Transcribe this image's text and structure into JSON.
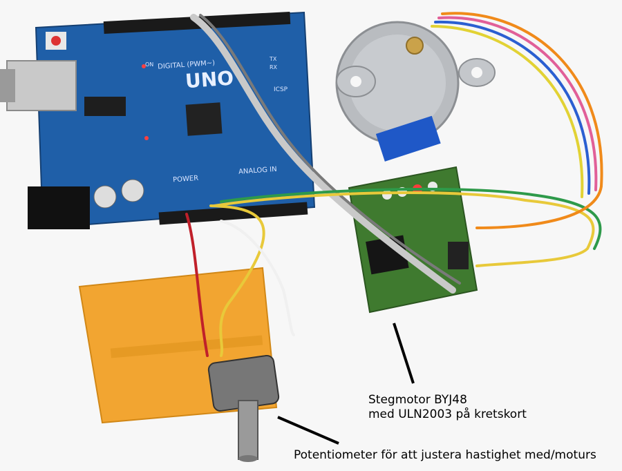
{
  "labels": {
    "motor_line1": "Stegmotor BYJ48",
    "motor_line2": "med ULN2003 på kretskort",
    "potentiometer": "Potentiometer för att justera hastighet med/moturs"
  },
  "board_silkscreen": {
    "uno": "UNO",
    "digital": "DIGITAL (PWM~)",
    "power": "POWER",
    "analog": "ANALOG IN",
    "icsp": "ICSP",
    "on": "ON",
    "tx": "TX",
    "rx": "RX"
  },
  "colors": {
    "arduino_board": "#1f5fa8",
    "breadboard": "#f2a531",
    "driver_board": "#3f7a2f",
    "motor_body": "#b9bcc0",
    "wire_red": "#c0202a",
    "wire_yellow": "#e8c93a",
    "wire_green": "#2e9a4a"
  }
}
